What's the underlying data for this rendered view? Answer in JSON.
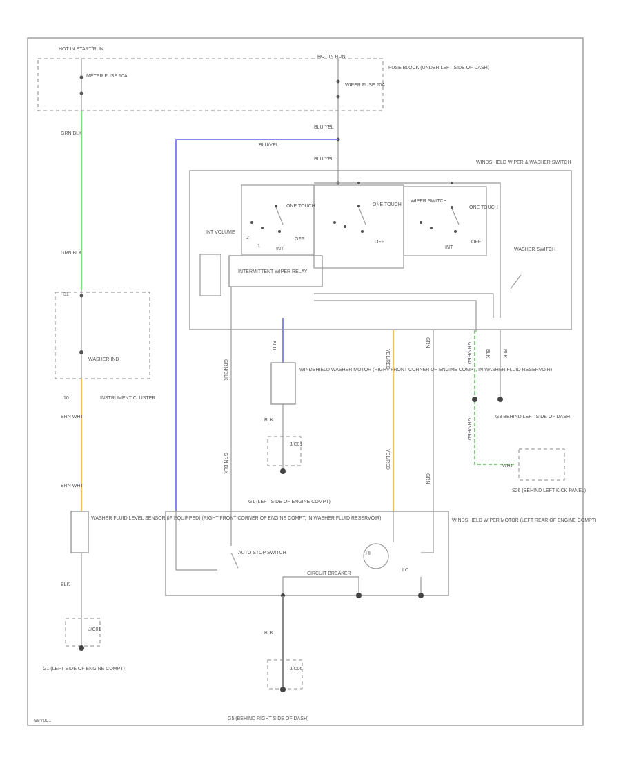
{
  "labels": {
    "hot_in_start_run": "HOT IN START/RUN",
    "hot_run": "HOT IN RUN",
    "meter_fuse": "METER FUSE 10A",
    "wiper_fuse": "WIPER FUSE 20A",
    "fuse_block": "FUSE BLOCK (UNDER LEFT SIDE OF DASH)",
    "grn_blk_1": "GRN BLK",
    "grn_blk_2": "GRN BLK",
    "blu_yel_1": "BLU YEL",
    "blu_yel_2": "BLU/YEL",
    "blu_yel_3": "BLU YEL",
    "ws_switch_title": "WINDSHIELD WIPER & WASHER SWITCH",
    "one_touch_1": "ONE TOUCH",
    "one_touch_2": "ONE TOUCH",
    "one_touch_3": "ONE TOUCH",
    "wiper_switch": "WIPER SWITCH",
    "int_volume": "INT VOLUME",
    "int_relay": "INTERMITTENT WIPER RELAY",
    "washer_switch": "WASHER SWITCH",
    "off_1": "OFF",
    "off_2": "OFF",
    "off_3": "OFF",
    "int_1": "INT",
    "int_2": "INT",
    "hi_2": "2",
    "lo_1": "1",
    "c31": "31",
    "washer_ind": "WASHER IND",
    "instrument_cluster": "INSTRUMENT CLUSTER",
    "c10": "10",
    "brn_wht_1": "BRN WHT",
    "brn_wht_2": "BRN WHT",
    "washer_fluid_sensor": "WASHER FLUID LEVEL SENSOR (IF EQUIPPED) (RIGHT FRONT CORNER OF ENGINE COMPT, IN WASHER FLUID RESERVOIR)",
    "blk_1": "BLK",
    "jc01_1": "J/C01",
    "g1_left": "G1 (LEFT SIDE OF ENGINE COMPT)",
    "grn_blk_v": "GRN/BLK",
    "grn_blk_v2": "GRN BLK",
    "blu_v": "BLU",
    "washer_motor": "WINDSHIELD WASHER MOTOR (RIGHT FRONT CORNER OF ENGINE COMPT, IN WASHER FLUID RESERVOIR)",
    "blk_2": "BLK",
    "jc01_2": "J/C01",
    "g1_center": "G1 (LEFT SIDE OF ENGINE COMPT)",
    "yel_red_1": "YEL/RED",
    "yel_red_2": "YEL/RED",
    "grn_1": "GRN",
    "grn_2": "GRN",
    "grn_red_1": "GRN/RED",
    "grn_red_2": "GRN/RED",
    "blk_3": "BLK",
    "blk_4": "BLK",
    "g3": "G3 BEHIND LEFT SIDE OF DASH",
    "wht": "WHT",
    "s26": "S26 (BEHIND LEFT KICK PANEL)",
    "ws_motor": "WINDSHIELD WIPER MOTOR (LEFT REAR OF ENGINE COMPT)",
    "auto_stop": "AUTO STOP SWITCH",
    "circuit_breaker": "CIRCUIT BREAKER",
    "hi": "HI",
    "lo": "LO",
    "blk_5": "BLK",
    "jc06": "J/C06",
    "g5": "G5 (BEHIND RIGHT SIDE OF DASH)",
    "fig_id": "98Y001"
  },
  "colors": {
    "green_wire": "#7fe07f",
    "blue_wire": "#7a7aee",
    "tan_wire": "#f0c060",
    "grn_dashed": "#80d080"
  }
}
